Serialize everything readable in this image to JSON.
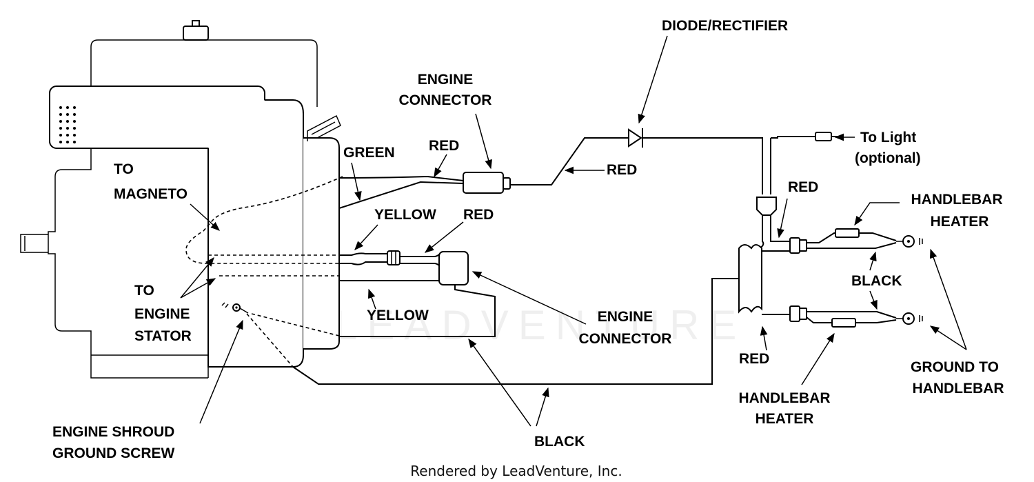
{
  "labels": {
    "diode_rectifier": "DIODE/RECTIFIER",
    "engine_connector_top_1": "ENGINE",
    "engine_connector_top_2": "CONNECTOR",
    "green": "GREEN",
    "red_top": "RED",
    "red_diode": "RED",
    "to_light_1": "To Light",
    "to_light_2": "(optional)",
    "to_magneto_1": "TO",
    "to_magneto_2": "MAGNETO",
    "yellow_top": "YELLOW",
    "red_mid": "RED",
    "red_right_top": "RED",
    "handlebar_heater_top_1": "HANDLEBAR",
    "handlebar_heater_top_2": "HEATER",
    "to_engine_stator_1": "TO",
    "to_engine_stator_2": "ENGINE",
    "to_engine_stator_3": "STATOR",
    "yellow_bottom": "YELLOW",
    "engine_connector_bottom_1": "ENGINE",
    "engine_connector_bottom_2": "CONNECTOR",
    "black_right": "BLACK",
    "red_right_bottom": "RED",
    "handlebar_heater_bottom_1": "HANDLEBAR",
    "handlebar_heater_bottom_2": "HEATER",
    "ground_to_handlebar_1": "GROUND TO",
    "ground_to_handlebar_2": "HANDLEBAR",
    "engine_shroud_1": "ENGINE SHROUD",
    "engine_shroud_2": "GROUND SCREW",
    "black_bottom": "BLACK"
  },
  "watermark": "LEADVENTURE",
  "credit": "Rendered by LeadVenture, Inc."
}
